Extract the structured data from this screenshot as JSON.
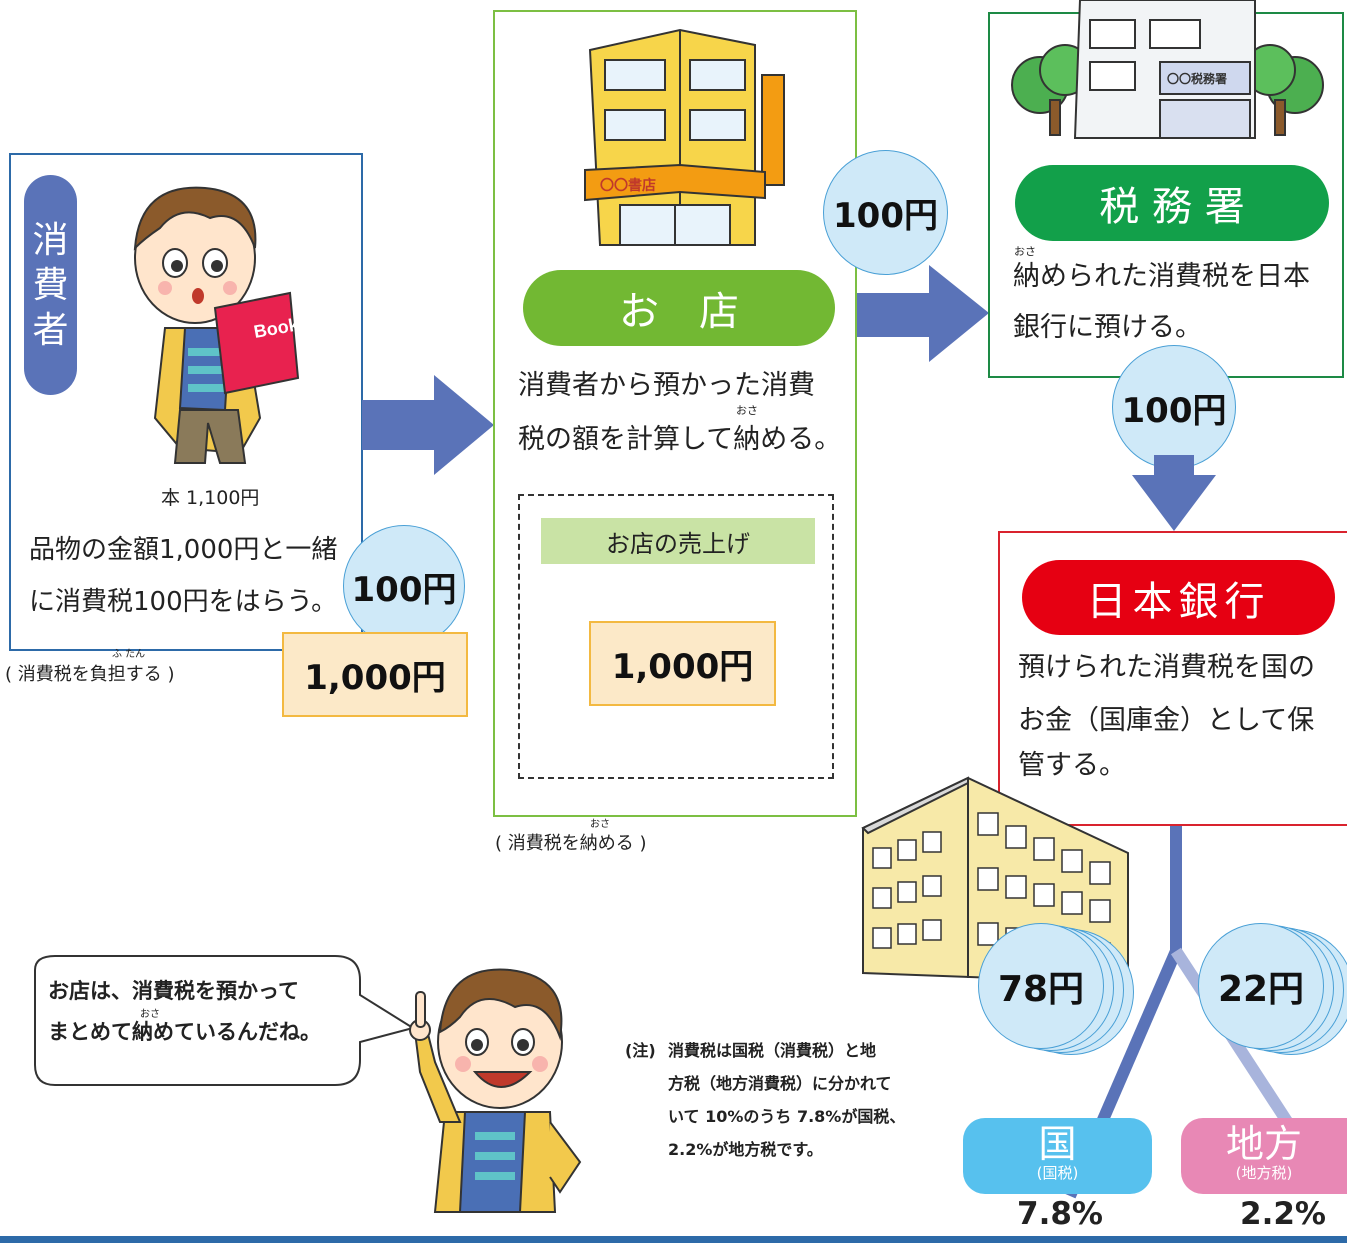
{
  "consumer": {
    "label_chars": [
      "消",
      "費",
      "者"
    ],
    "price_caption": "本 1,100円",
    "desc_line1": "品物の金額1,000円と一緒",
    "desc_line2": "に消費税100円をはらう。",
    "note": "( 消費税を負担する )",
    "note_ruby": "ふ たん",
    "payment_coin": "100円",
    "payment_bill": "1,000円",
    "book_text": "Book"
  },
  "shop": {
    "title": "お　店",
    "desc_line1": "消費者から預かった消費",
    "desc_line2": "税の額を計算して納める。",
    "ruby": "おさ",
    "sales_label": "お店の売上げ",
    "sales_amount": "1,000円",
    "note": "( 消費税を納める )",
    "note_ruby": "おさ",
    "sign_text": "〇〇書店",
    "transfer_coin": "100円"
  },
  "tax_office": {
    "title": "税 務 署",
    "title_ruby": "しょ",
    "desc_line1": "納められた消費税を日本",
    "desc_line2": "銀行に預ける。",
    "ruby": "おさ",
    "sign_text": "〇〇税務署",
    "transfer_coin": "100円"
  },
  "boj": {
    "title": "日本銀行",
    "desc_line1": "預けられた消費税を国の",
    "desc_line2": "お金（国庫金）として保",
    "desc_line3": "管する。"
  },
  "split": {
    "national": {
      "amount": "78円",
      "label": "国",
      "sub": "(国税)",
      "rate": "7.8%"
    },
    "local": {
      "amount": "22円",
      "label": "地方",
      "sub": "(地方税)",
      "rate": "2.2%"
    }
  },
  "speech": {
    "line1": "お店は、消費税を預かって",
    "line2": "まとめて納めているんだね。",
    "ruby": "おさ"
  },
  "footnote": {
    "label": "(注)",
    "line1": "消費税は国税（消費税）と地",
    "line2": "方税（地方消費税）に分かれて",
    "line3": "いて 10%のうち 7.8%が国税、",
    "line4": "2.2%が地方税です。"
  },
  "colors": {
    "consumer_pill": "#5a73b8",
    "shop_pill": "#72b833",
    "tax_pill": "#12a04a",
    "boj_pill": "#e60012",
    "arrow": "#5a73b8",
    "national": "#57c1ee",
    "local": "#e888b5"
  }
}
